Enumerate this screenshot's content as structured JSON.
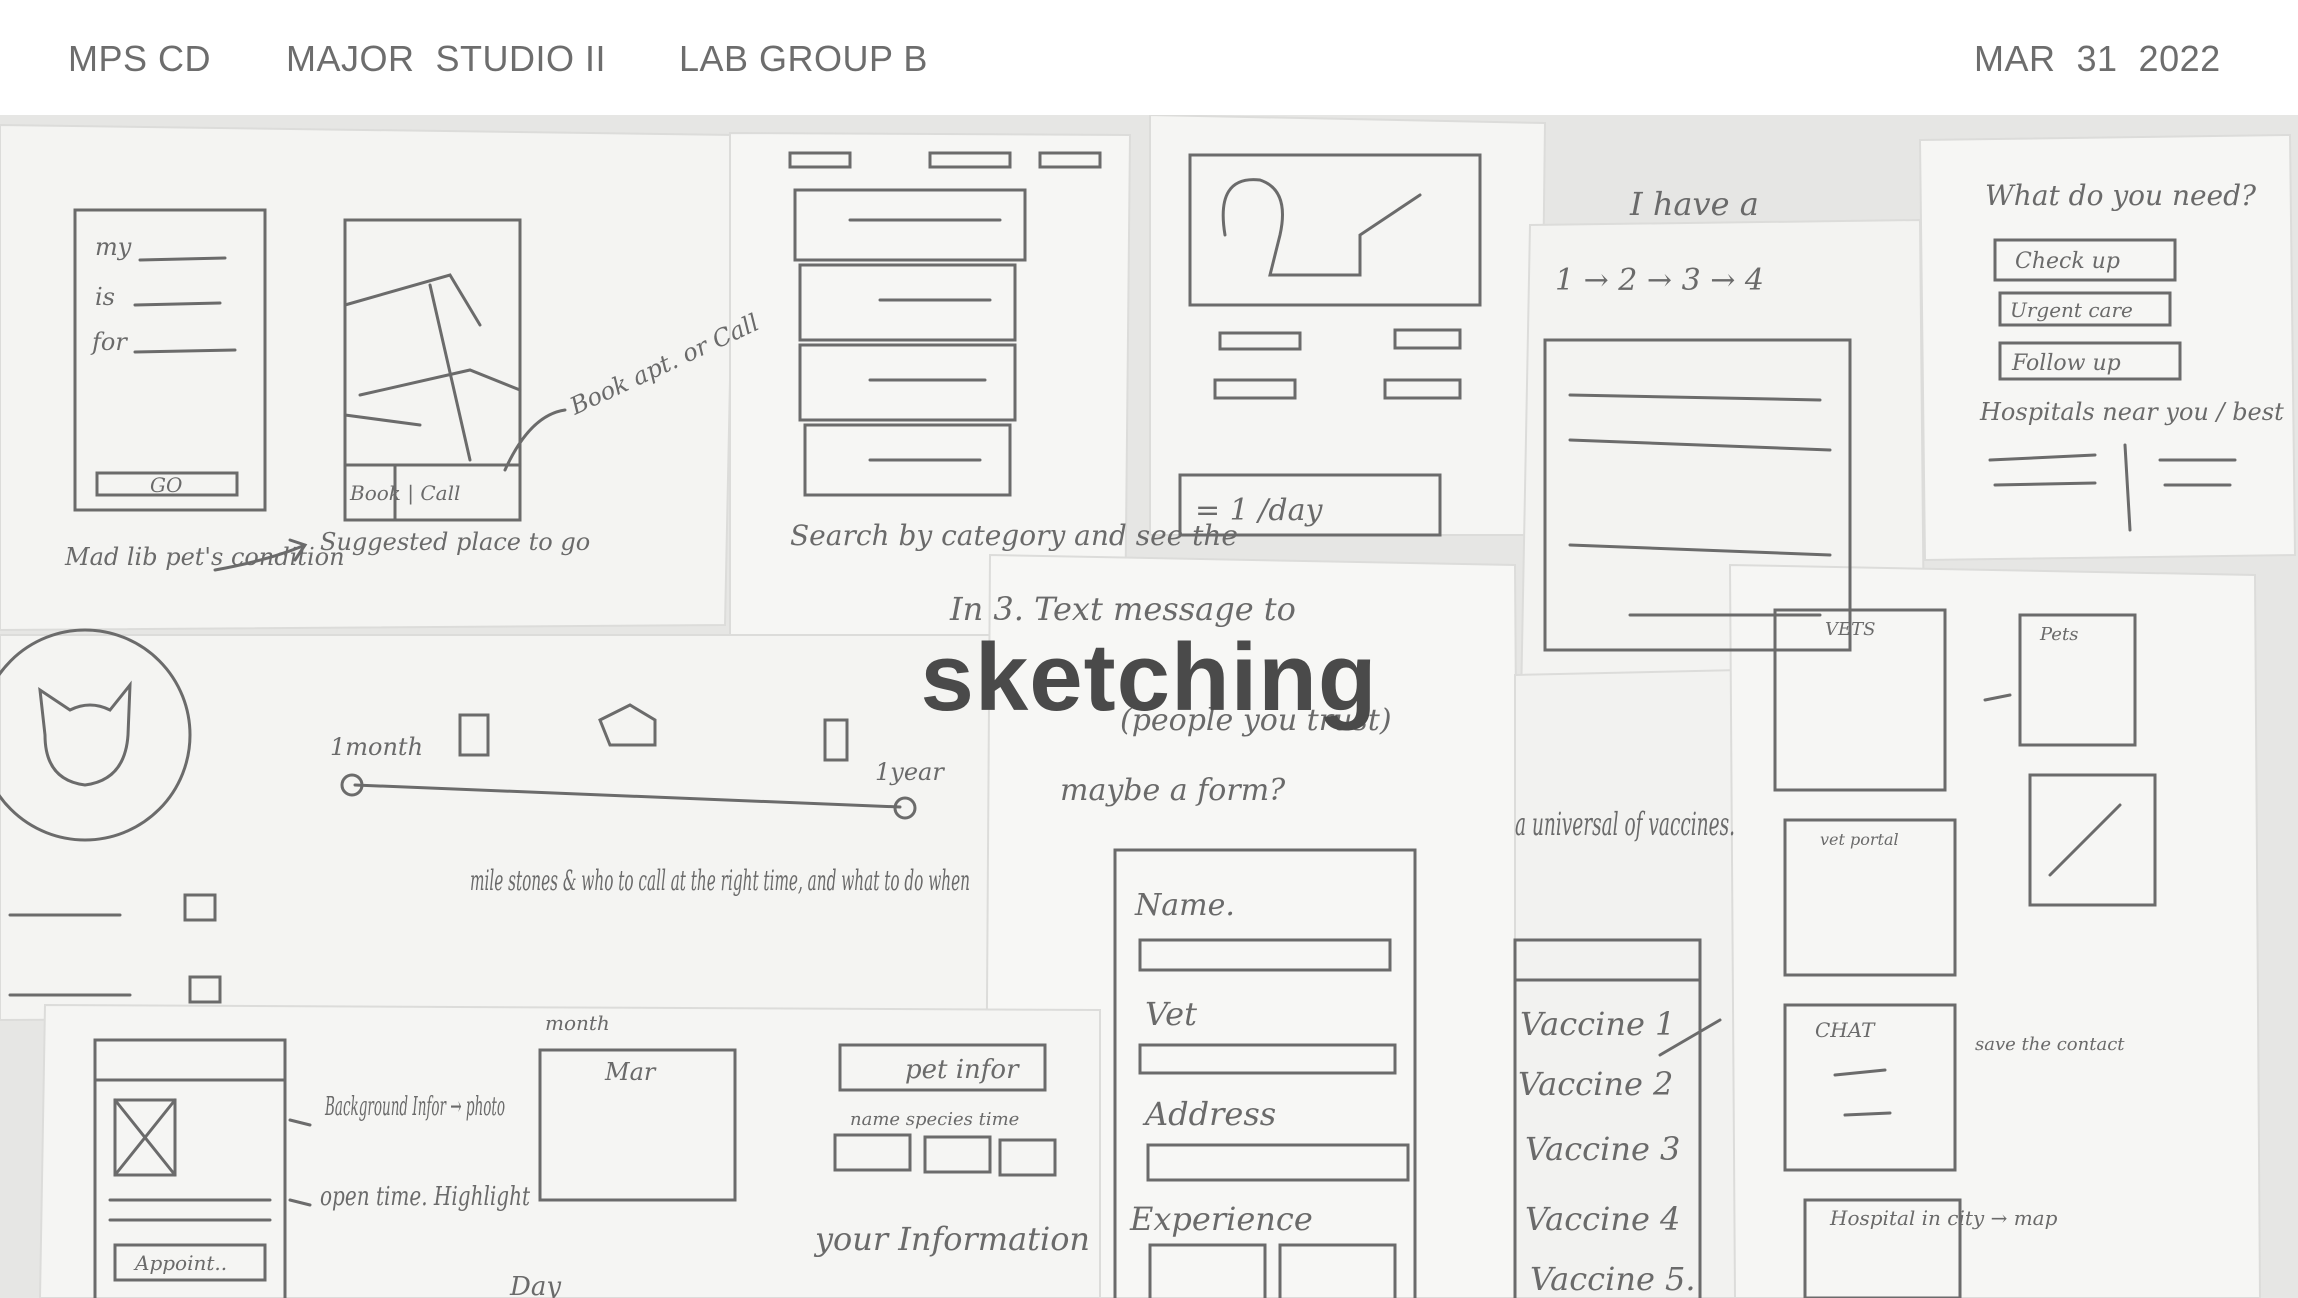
{
  "header": {
    "program": "MPS CD",
    "course": "MAJOR  STUDIO II",
    "group": "LAB GROUP B",
    "date": "MAR  31  2022"
  },
  "hero": {
    "title": "sketching"
  },
  "sketch_notes": {
    "madlib": [
      "my",
      "is",
      "for",
      "GO"
    ],
    "madlib_caption": "Mad lib pet's condition",
    "map_buttons": "Book | Call",
    "map_note": "Book apt. or Call",
    "map_caption": "Suggested place to go",
    "search_caption": "Search by category and see the",
    "dosage": "= 1 /day",
    "i_have": "I have a",
    "steps": "1 → 2 → 3 → 4",
    "need_title": "What do you need?",
    "need_options": [
      "Check up",
      "Urgent care",
      "Follow up"
    ],
    "hospitals": "Hospitals near you / best",
    "text_message": "In 3. Text message to",
    "people": "(people you trust)",
    "form_q": "maybe a form?",
    "form_fields": [
      "Name.",
      "Vet",
      "Address",
      "Experience"
    ],
    "timeline_start": "1month",
    "timeline_end": "1year",
    "milestones": "mile stones & who to call at the right time, and what to do when",
    "vaccines_note": "a universal of vaccines.",
    "vaccines": [
      "Vaccine 1",
      "Vaccine 2",
      "Vaccine 3",
      "Vaccine 4",
      "Vaccine 5."
    ],
    "vets_label": "VETS",
    "pets_label": "Pets",
    "vet_portal": "vet portal",
    "chat_label": "CHAT",
    "save_contact": "save the contact",
    "hospital_city": "Hospital in city → map",
    "background": "Background Infor → photo",
    "opentime": "open time. Highlight",
    "appoint": "Appoint..",
    "calendar_month": "Mar",
    "month_label": "month",
    "day_label": "Day",
    "pet_info": "pet infor",
    "pet_cols": "name species time",
    "your_info": "your Information"
  }
}
